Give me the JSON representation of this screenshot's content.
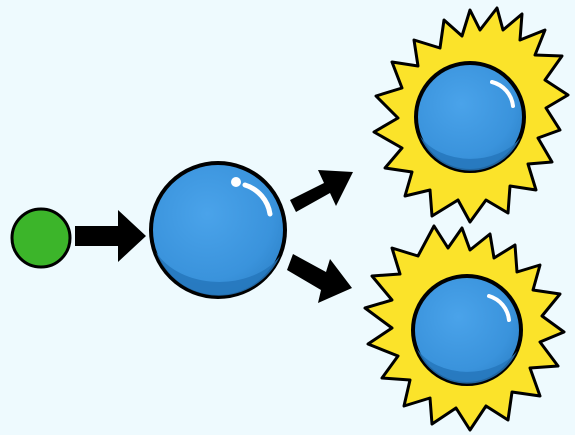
{
  "diagram": {
    "background_color": "#eefafe",
    "colors": {
      "source_fill": "#3cb52a",
      "cell_fill": "#3a93dc",
      "cell_shade": "#2677bc",
      "highlight": "#ffffff",
      "burst_fill": "#fbe32a",
      "arrow_fill": "#000000",
      "outline": "#000000"
    },
    "nodes": [
      {
        "id": "source",
        "kind": "small-green-circle"
      },
      {
        "id": "cell",
        "kind": "blue-sphere"
      },
      {
        "id": "activated-top",
        "kind": "blue-sphere-with-yellow-burst"
      },
      {
        "id": "activated-bottom",
        "kind": "blue-sphere-with-yellow-burst"
      }
    ],
    "edges": [
      {
        "from": "source",
        "to": "cell"
      },
      {
        "from": "cell",
        "to": "activated-top"
      },
      {
        "from": "cell",
        "to": "activated-bottom"
      }
    ]
  }
}
